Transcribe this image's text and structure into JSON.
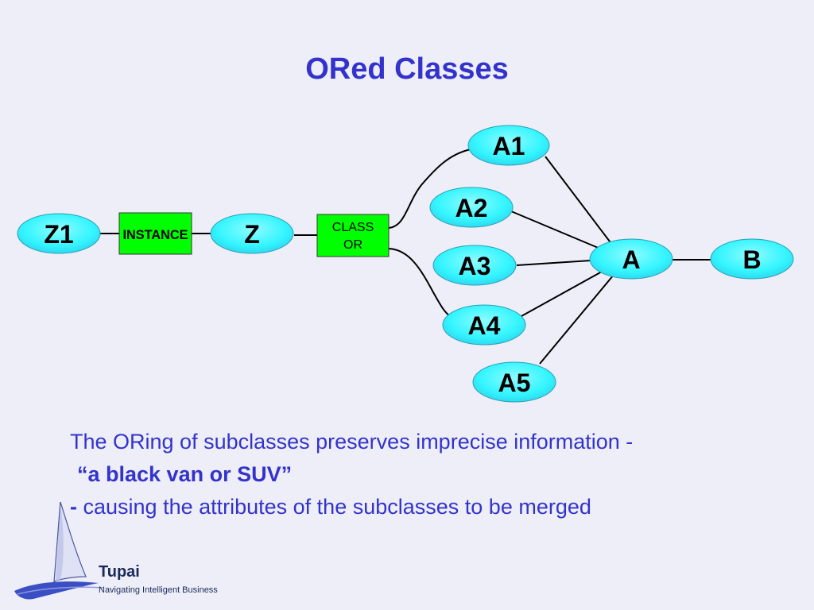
{
  "slide": {
    "title": "ORed Classes"
  },
  "diagram": {
    "nodes": {
      "z1": "Z1",
      "z": "Z",
      "a1": "A1",
      "a2": "A2",
      "a3": "A3",
      "a4": "A4",
      "a5": "A5",
      "a": "A",
      "b": "B"
    },
    "boxes": {
      "instance": "INSTANCE",
      "class_or_line1": "CLASS",
      "class_or_line2": "OR"
    },
    "colors": {
      "node_fill": "#33ffff",
      "box_fill": "#00ff00",
      "title_text": "#3333cc"
    }
  },
  "caption": {
    "line1": "The ORing of subclasses preserves imprecise information -",
    "line2": "“a black van or SUV”",
    "line3_dash": "-",
    "line3": " causing the attributes of the subclasses to be merged"
  },
  "logo": {
    "name": "Tupai",
    "tagline": "Navigating Intelligent Business"
  }
}
